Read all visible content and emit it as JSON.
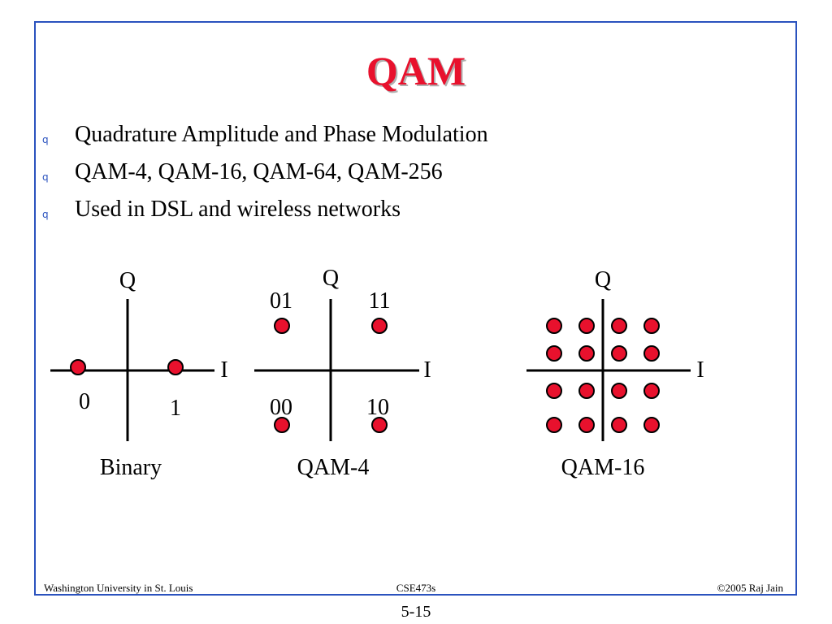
{
  "slide": {
    "title": "QAM",
    "bullets": [
      {
        "text": "Quadrature Amplitude and Phase Modulation",
        "marker": "q"
      },
      {
        "text": "QAM-4, QAM-16, QAM-64, QAM-256",
        "marker": "q"
      },
      {
        "text": "Used in DSL and wireless networks",
        "marker": "q"
      }
    ]
  },
  "diagrams": {
    "binary": {
      "caption": "Binary",
      "q_label": "Q",
      "i_label": "I",
      "point_labels": [
        "0",
        "1"
      ]
    },
    "qam4": {
      "caption": "QAM-4",
      "q_label": "Q",
      "i_label": "I",
      "point_labels": [
        "01",
        "11",
        "00",
        "10"
      ]
    },
    "qam16": {
      "caption": "QAM-16",
      "q_label": "Q",
      "i_label": "I",
      "point_count": 16
    }
  },
  "colors": {
    "point_fill": "#e8112d",
    "title": "#e8112d",
    "frame": "#2a52be"
  },
  "footer": {
    "left": "Washington University in St. Louis",
    "center": "CSE473s",
    "right": "©2005 Raj Jain",
    "page": "5-15"
  }
}
